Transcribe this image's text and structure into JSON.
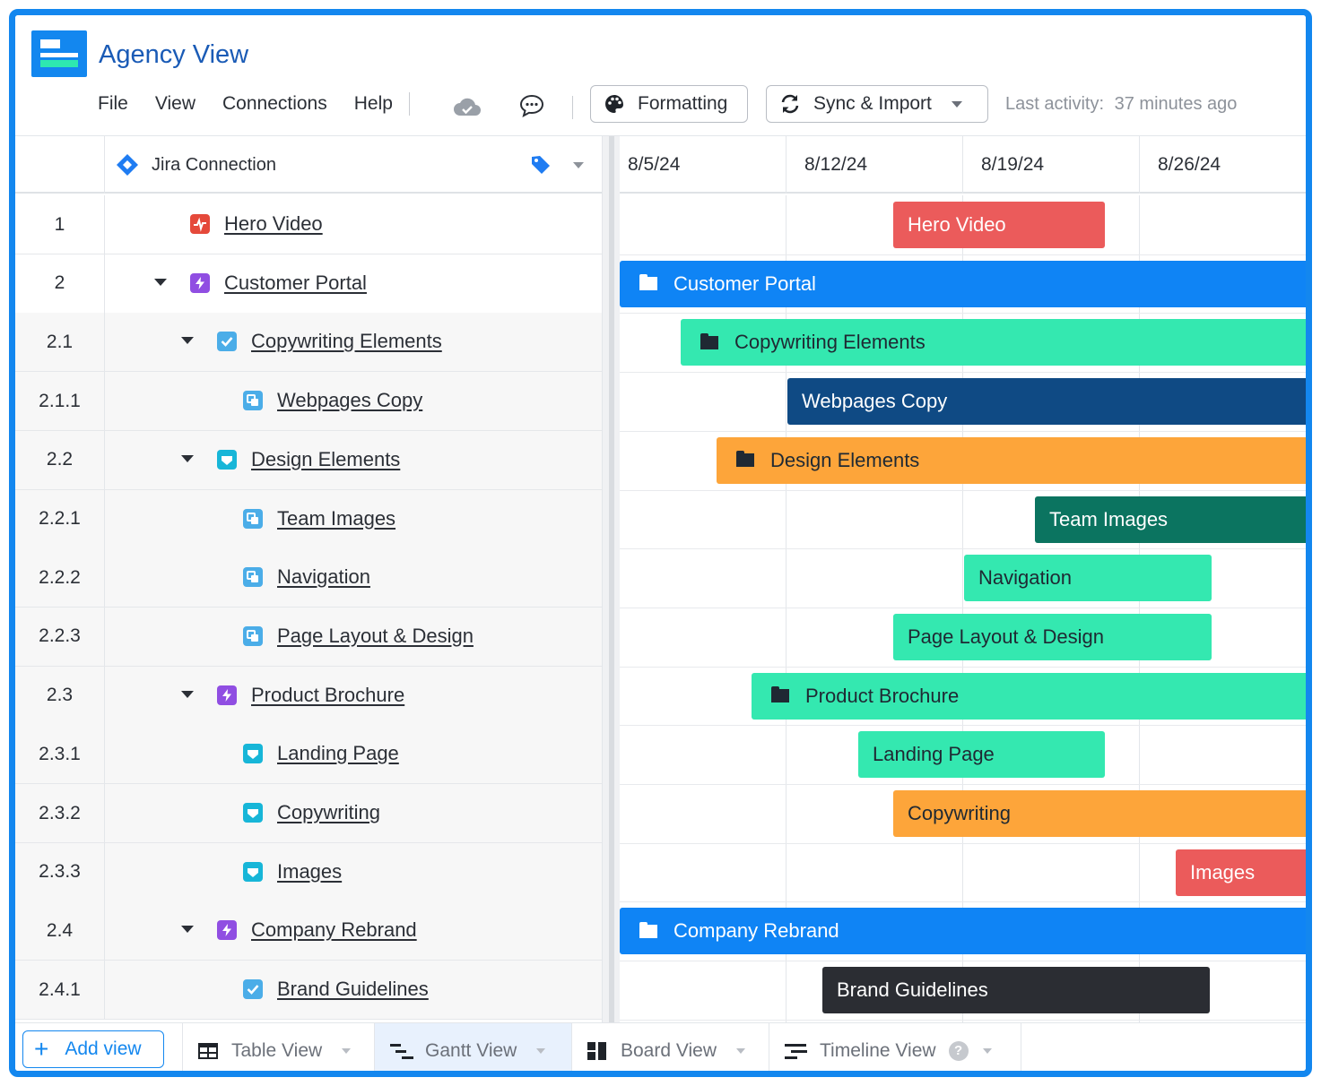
{
  "app": {
    "title": "Agency View"
  },
  "menu": {
    "file": "File",
    "view": "View",
    "connections": "Connections",
    "help": "Help"
  },
  "toolbar": {
    "formatting": "Formatting",
    "sync_import": "Sync & Import",
    "last_activity_label": "Last activity:",
    "last_activity_value": "37 minutes ago"
  },
  "grid": {
    "connection_label": "Jira Connection",
    "dates": [
      "8/5/24",
      "8/12/24",
      "8/19/24",
      "8/26/24"
    ]
  },
  "rows": [
    {
      "num": "1",
      "label": "Hero Video",
      "icon": "epic-icon",
      "icon_color": "#e5493a"
    },
    {
      "num": "2",
      "label": "Customer Portal",
      "icon": "lightning-icon",
      "icon_color": "#904ee2"
    },
    {
      "num": "2.1",
      "label": "Copywriting Elements",
      "icon": "checkbox-icon",
      "icon_color": "#4bade8"
    },
    {
      "num": "2.1.1",
      "label": "Webpages Copy",
      "icon": "subtask-icon",
      "icon_color": "#4bade8"
    },
    {
      "num": "2.2",
      "label": "Design Elements",
      "icon": "story-icon",
      "icon_color": "#17b6d8"
    },
    {
      "num": "2.2.1",
      "label": "Team Images",
      "icon": "subtask-icon",
      "icon_color": "#4bade8"
    },
    {
      "num": "2.2.2",
      "label": "Navigation",
      "icon": "subtask-icon",
      "icon_color": "#4bade8"
    },
    {
      "num": "2.2.3",
      "label": "Page Layout & Design",
      "icon": "subtask-icon",
      "icon_color": "#4bade8"
    },
    {
      "num": "2.3",
      "label": "Product Brochure",
      "icon": "lightning-icon",
      "icon_color": "#904ee2"
    },
    {
      "num": "2.3.1",
      "label": "Landing Page",
      "icon": "story-icon",
      "icon_color": "#17b6d8"
    },
    {
      "num": "2.3.2",
      "label": "Copywriting",
      "icon": "story-icon",
      "icon_color": "#17b6d8"
    },
    {
      "num": "2.3.3",
      "label": "Images",
      "icon": "story-icon",
      "icon_color": "#17b6d8"
    },
    {
      "num": "2.4",
      "label": "Company Rebrand",
      "icon": "lightning-icon",
      "icon_color": "#904ee2"
    },
    {
      "num": "2.4.1",
      "label": "Brand Guidelines",
      "icon": "checkbox-icon",
      "icon_color": "#4bade8"
    }
  ],
  "bars": [
    {
      "label": "Hero Video",
      "color": "#eb5b5b",
      "text_color": "#ffffff",
      "folder": false
    },
    {
      "label": "Customer Portal",
      "color": "#0f84f5",
      "text_color": "#ffffff",
      "folder": true,
      "folder_color": "#ffffff"
    },
    {
      "label": "Copywriting Elements",
      "color": "#34e8b0",
      "text_color": "#1f2933",
      "folder": true,
      "folder_color": "#1f2933"
    },
    {
      "label": "Webpages Copy",
      "color": "#0f4a84",
      "text_color": "#ffffff",
      "folder": false
    },
    {
      "label": "Design Elements",
      "color": "#fda53a",
      "text_color": "#1f2933",
      "folder": true,
      "folder_color": "#1f2933"
    },
    {
      "label": "Team Images",
      "color": "#0b7460",
      "text_color": "#ffffff",
      "folder": false
    },
    {
      "label": "Navigation",
      "color": "#34e8b0",
      "text_color": "#1f2933",
      "folder": false
    },
    {
      "label": "Page Layout & Design",
      "color": "#34e8b0",
      "text_color": "#1f2933",
      "folder": false
    },
    {
      "label": "Product Brochure",
      "color": "#34e8b0",
      "text_color": "#1f2933",
      "folder": true,
      "folder_color": "#1f2933"
    },
    {
      "label": "Landing Page",
      "color": "#34e8b0",
      "text_color": "#1f2933",
      "folder": false
    },
    {
      "label": "Copywriting",
      "color": "#fda53a",
      "text_color": "#1f2933",
      "folder": false
    },
    {
      "label": "Images",
      "color": "#eb5b5b",
      "text_color": "#ffffff",
      "folder": false
    },
    {
      "label": "Company Rebrand",
      "color": "#0f84f5",
      "text_color": "#ffffff",
      "folder": true,
      "folder_color": "#ffffff"
    },
    {
      "label": "Brand Guidelines",
      "color": "#2b2d33",
      "text_color": "#ffffff",
      "folder": false
    }
  ],
  "tabs": {
    "add_view": "Add view",
    "table": "Table View",
    "gantt": "Gantt View",
    "board": "Board View",
    "timeline": "Timeline View"
  }
}
